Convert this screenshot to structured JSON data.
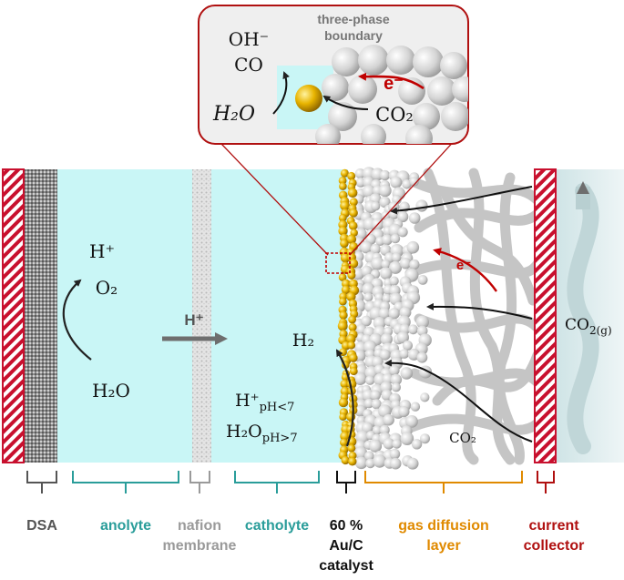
{
  "colors": {
    "electrolyte": "#c9f6f6",
    "collector_red": "#c8102e",
    "arrow_dark": "#222222",
    "electron_red": "#c00000",
    "gold": "#e8b400",
    "teal": "#2a9d9a",
    "gray_label": "#555555",
    "light_gray_label": "#9a9a9a",
    "orange": "#e08a00",
    "dark_red": "#b01010"
  },
  "inset": {
    "title_line1": "three-phase",
    "title_line2": "boundary",
    "oh": "OH⁻",
    "co": "CO",
    "h2o": "H₂O",
    "co2": "CO₂",
    "electron": "e⁻"
  },
  "main": {
    "anode_h": "H⁺",
    "anode_o2": "O₂",
    "anode_h2o": "H₂O",
    "membrane_h": "H⁺",
    "cathode_h2": "H₂",
    "cathode_h_base": "H⁺",
    "cathode_h_sub": "pH<7",
    "cathode_h2o_base": "H₂O",
    "cathode_h2o_sub": "pH>7",
    "gdl_electron": "e⁻",
    "gdl_co2": "CO₂",
    "gas_co2_base": "CO",
    "gas_co2_sub": "2(g)"
  },
  "labels": {
    "dsa": "DSA",
    "anolyte": "anolyte",
    "nafion_line1": "nafion",
    "nafion_line2": "membrane",
    "catholyte": "catholyte",
    "catalyst_line1": "60 %",
    "catalyst_line2": "Au/C",
    "catalyst_line3": "catalyst",
    "gdl_line1": "gas diffusion",
    "gdl_line2": "layer",
    "collector_line1": "current",
    "collector_line2": "collector"
  }
}
